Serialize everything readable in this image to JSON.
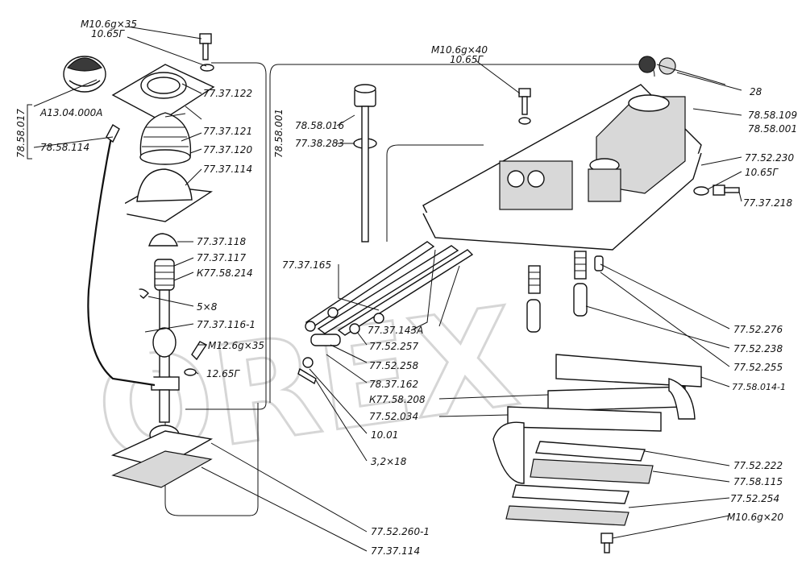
{
  "labels": {
    "bolt_top": "M10.6g×35",
    "washer_top": "10.65Г",
    "knob": "А13.04.000А",
    "group_left": "78.58.017",
    "rod": "78.58.114",
    "p_122": "77.37.122",
    "p_121": "77.37.121",
    "p_120": "77.37.120",
    "p_114": "77.37.114",
    "p_118": "77.37.118",
    "p_117": "77.37.117",
    "p_214": "К77.58.214",
    "pin_5x8": "5×8",
    "p_116": "77.37.116-1",
    "bolt_m12": "М12.6g×35",
    "washer_12": "12.65Г",
    "group_mid": "78.58.001",
    "p_016": "78.58.016",
    "p_283": "77.38.283",
    "bolt_m10_40": "M10.6g×40",
    "washer_mid": "10.65Г",
    "plug": "28",
    "p_109": "78.58.109",
    "p_001": "78.58.001",
    "p_230": "77.52.230",
    "washer_r": "10.65Г",
    "p_218": "77.37.218",
    "p_165": "77.37.165",
    "p_143": "77.37.143А",
    "p_257": "77.52.257",
    "p_258": "77.52.258",
    "p_162": "78.37.162",
    "p_208": "К77.58.208",
    "p_034": "77.52.034",
    "p_1001": "10.01",
    "pin_32": "3,2×18",
    "p_276": "77.52.276",
    "p_238": "77.52.238",
    "p_255": "77.52.255",
    "p_0141": "77.58.014-1",
    "p_222": "77.52.222",
    "p_115": "77.58.115",
    "p_254": "77.52.254",
    "bolt_m10_20": "M10.6g×20",
    "p_2601": "77.52.260-1",
    "p_114b": "77.37.114"
  },
  "watermark": "OREX"
}
